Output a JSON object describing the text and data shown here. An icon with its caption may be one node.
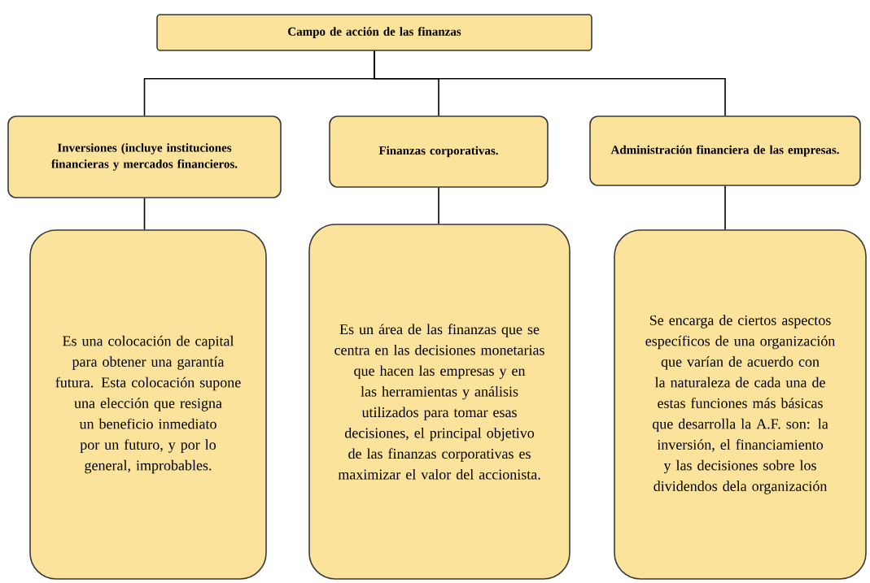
{
  "diagram": {
    "nodes": [
      {
        "text": [
          "Campo de acción de las finanzas"
        ]
      },
      {
        "text": [
          "Inversiones (incluye instituciones financieras y mercados financieros."
        ]
      },
      {
        "text": [
          "Finanzas corporativas."
        ]
      },
      {
        "text": [
          "Administración financiera de las empresas."
        ]
      },
      {
        "text": [
          "Es una colocación de capital para obtener una garantía futura. Esta colocación supone una elección que resigna un beneficio inmediato por un futuro, y por lo general, improbables."
        ]
      },
      {
        "text": [
          "Es un área de las finanzas que se centra en las decisiones monetarias que hacen las empresas y en las herramientas y análisis utilizados para tomar esas decisiones, el principal objetivo de las finanzas corporativas es maximizar el valor del accionista."
        ]
      },
      {
        "text": [
          "Se encarga de ciertos aspectos específicos de una organización que varían de acuerdo con la naturaleza de cada una de estas funciones más básicas que desarrolla la A.F. son: la inversión, el financiamiento y las decisiones sobre los dividendos dela organización"
        ]
      }
    ],
    "edges": [
      {
        "from": 0,
        "to": 1,
        "arrow": "none"
      },
      {
        "from": 0,
        "to": 2,
        "arrow": "none"
      },
      {
        "from": 0,
        "to": 3,
        "arrow": "none"
      },
      {
        "from": 1,
        "to": 4,
        "arrow": "none"
      },
      {
        "from": 2,
        "to": 5,
        "arrow": "none"
      },
      {
        "from": 3,
        "to": 6,
        "arrow": "none"
      }
    ]
  }
}
